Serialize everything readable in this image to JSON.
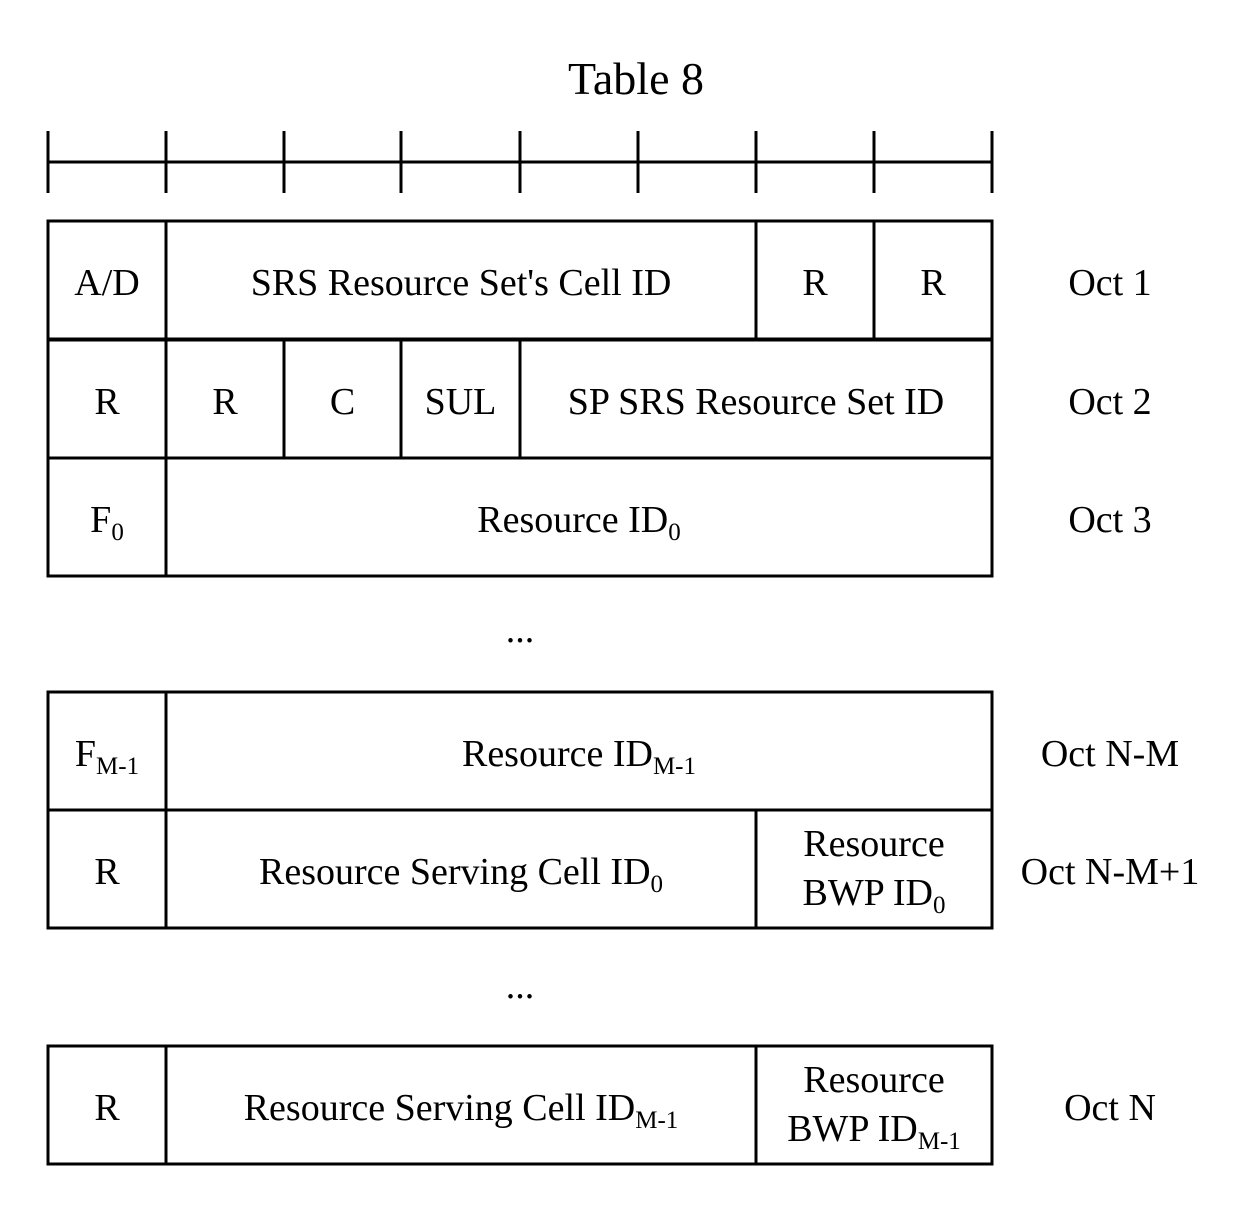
{
  "title": "Table 8",
  "ellipsis": "...",
  "rows": [
    {
      "oct": "Oct 1",
      "cells": [
        {
          "main": "A/D",
          "sub": ""
        },
        {
          "main": "SRS Resource Set's Cell ID",
          "sub": ""
        },
        {
          "main": "R",
          "sub": ""
        },
        {
          "main": "R",
          "sub": ""
        }
      ]
    },
    {
      "oct": "Oct 2",
      "cells": [
        {
          "main": "R",
          "sub": ""
        },
        {
          "main": "R",
          "sub": ""
        },
        {
          "main": "C",
          "sub": ""
        },
        {
          "main": "SUL",
          "sub": ""
        },
        {
          "main": "SP SRS Resource Set ID",
          "sub": ""
        }
      ]
    },
    {
      "oct": "Oct 3",
      "cells": [
        {
          "main": "F",
          "sub": "0"
        },
        {
          "main": "Resource ID",
          "sub": "0"
        }
      ]
    },
    {
      "oct": "Oct N-M",
      "cells": [
        {
          "main": "F",
          "sub": "M-1"
        },
        {
          "main": "Resource ID",
          "sub": "M-1"
        }
      ]
    },
    {
      "oct": "Oct N-M+1",
      "cells": [
        {
          "main": "R",
          "sub": ""
        },
        {
          "main": "Resource Serving Cell ID",
          "sub": "0"
        },
        {
          "line1": "Resource",
          "main": "BWP ID",
          "sub": "0"
        }
      ]
    },
    {
      "oct": "Oct N",
      "cells": [
        {
          "main": "R",
          "sub": ""
        },
        {
          "main": "Resource Serving Cell ID",
          "sub": "M-1"
        },
        {
          "line1": "Resource",
          "main": "BWP ID",
          "sub": "M-1"
        }
      ]
    }
  ]
}
